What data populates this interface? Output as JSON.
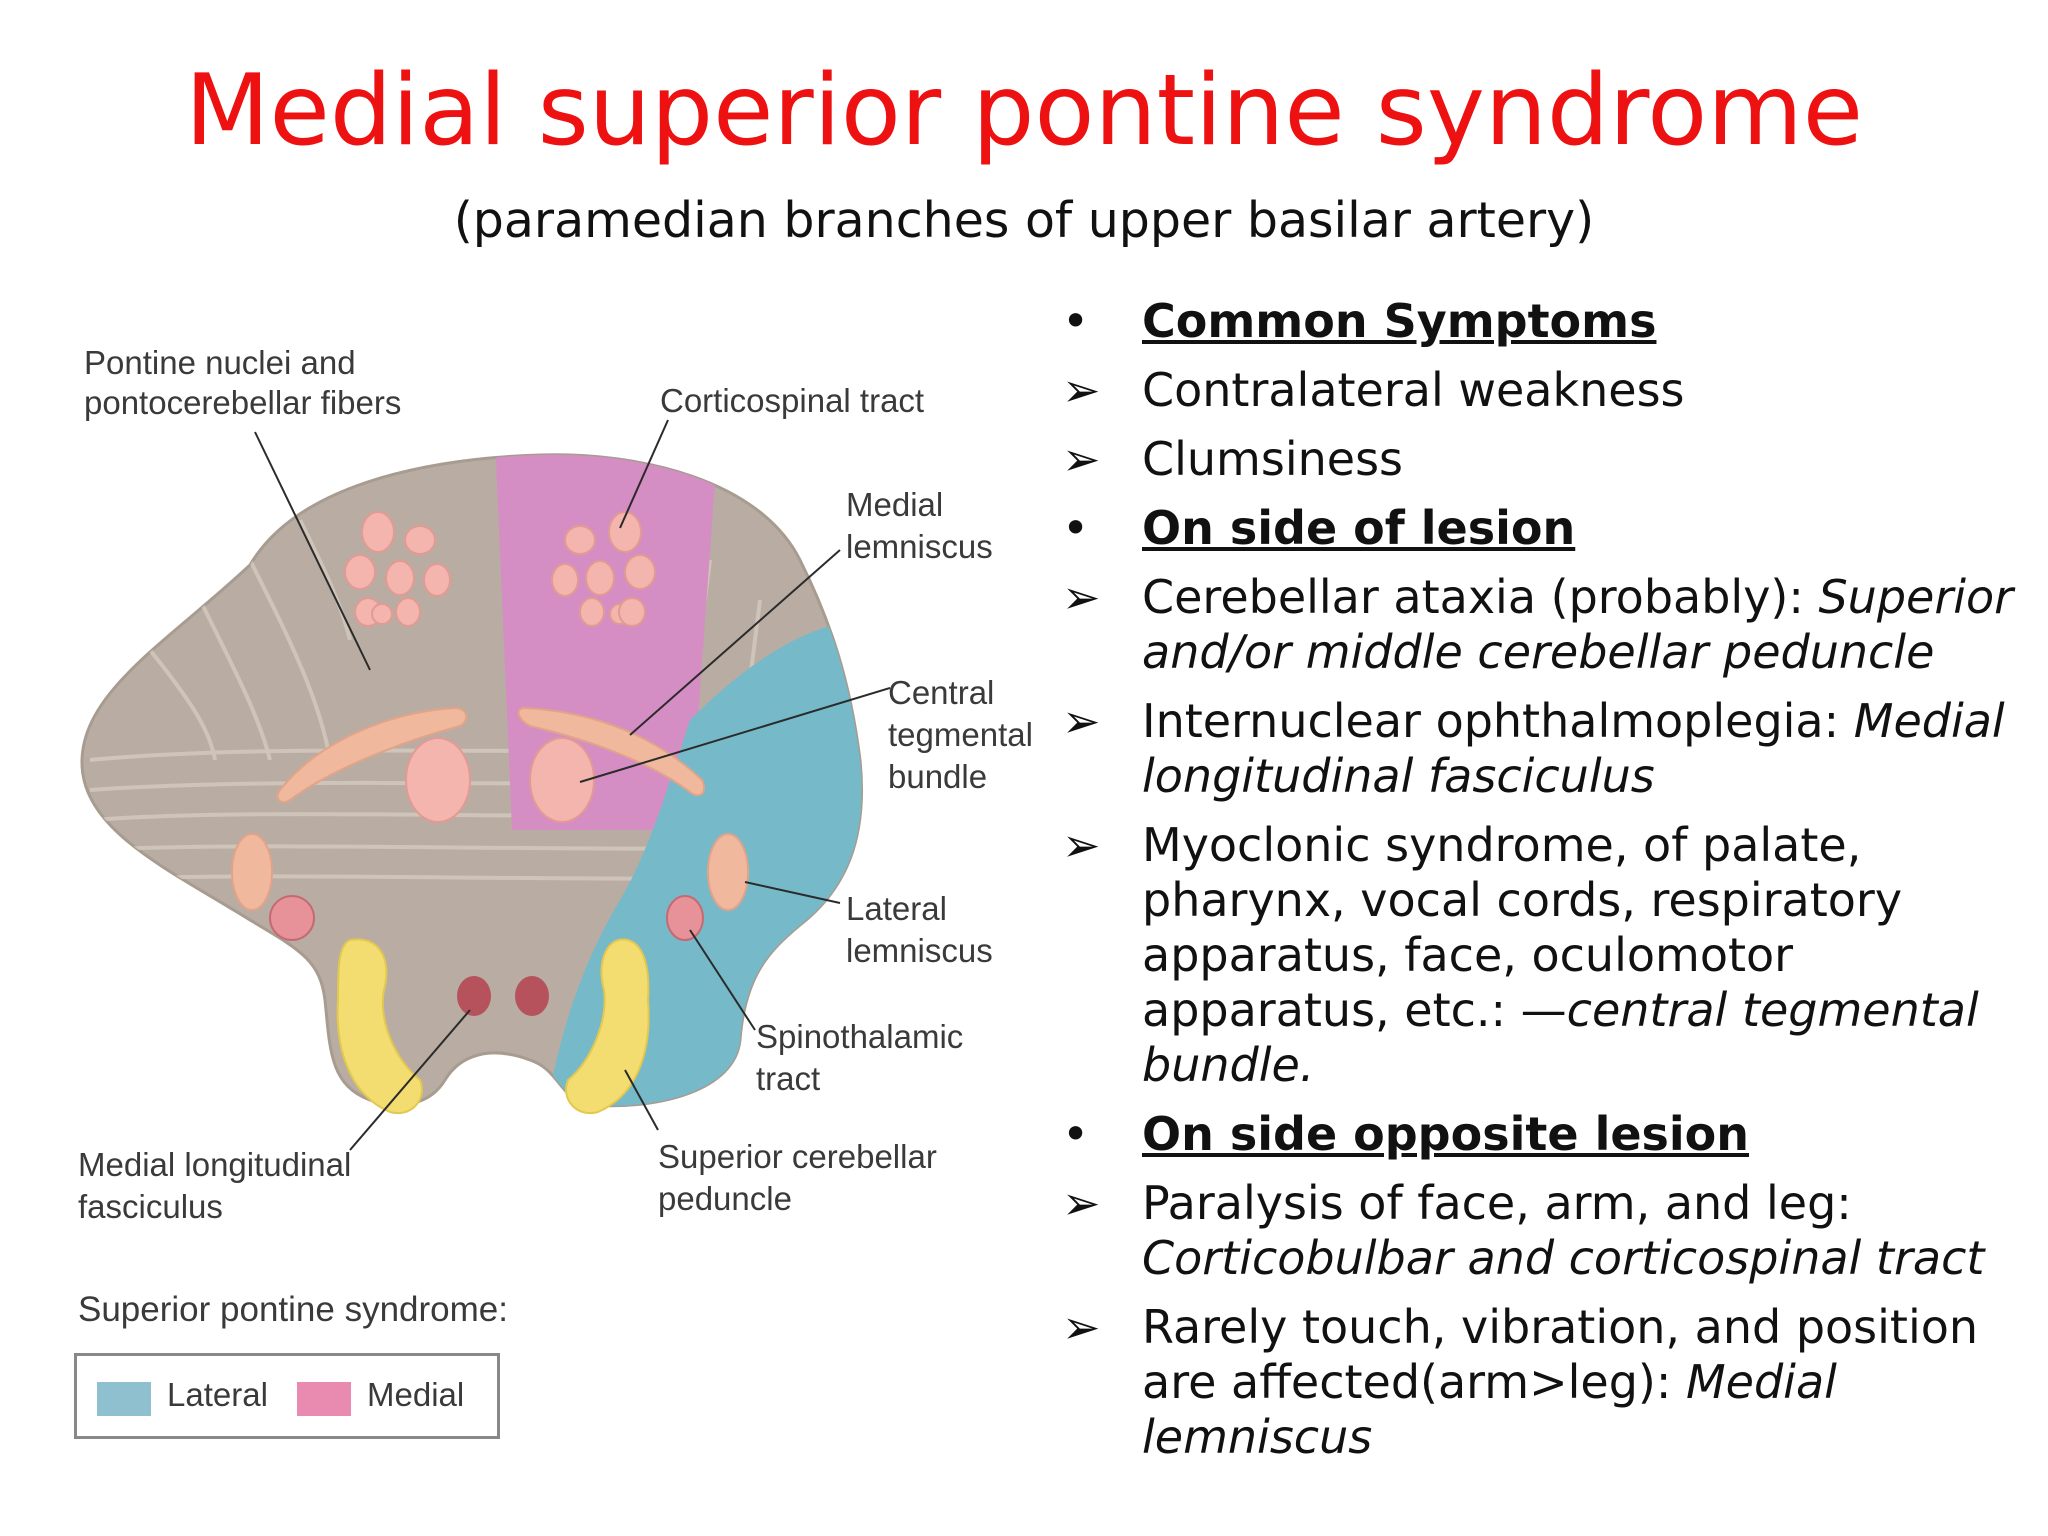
{
  "title": "Medial superior pontine syndrome",
  "subtitle": "(paramedian branches of upper basilar artery)",
  "diagram": {
    "labels": {
      "pontine_nuclei_1": "Pontine nuclei and",
      "pontine_nuclei_2": "pontocerebellar fibers",
      "corticospinal": "Corticospinal tract",
      "medial_lemniscus_1": "Medial",
      "medial_lemniscus_2": "lemniscus",
      "central_tegmental_1": "Central",
      "central_tegmental_2": "tegmental",
      "central_tegmental_3": "bundle",
      "lateral_lemniscus_1": "Lateral",
      "lateral_lemniscus_2": "lemniscus",
      "spinothalamic_1": "Spinothalamic",
      "spinothalamic_2": "tract",
      "mlf_1": "Medial longitudinal",
      "mlf_2": "fasciculus",
      "scp_1": "Superior cerebellar",
      "scp_2": "peduncle"
    },
    "colors": {
      "tissue": "#b9ada3",
      "medial_region": "#d58ec3",
      "lateral_region": "#76b9c9",
      "nuclei": "#f3b5ad",
      "lemniscus": "#f0b89c",
      "peduncle": "#f3dc70",
      "dark_nuclei": "#b5525c"
    },
    "legend": {
      "title": "Superior pontine syndrome:",
      "items": [
        {
          "label": "Lateral",
          "color": "#8ec0d0"
        },
        {
          "label": "Medial",
          "color": "#e98bb0"
        }
      ]
    }
  },
  "bullets": [
    {
      "marker": "•",
      "type": "heading",
      "text": "Common Symptoms"
    },
    {
      "marker": "➢",
      "type": "item",
      "text": "Contralateral weakness",
      "italic": ""
    },
    {
      "marker": "➢",
      "type": "item",
      "text": "Clumsiness",
      "italic": ""
    },
    {
      "marker": "•",
      "type": "heading",
      "text": "On side of lesion"
    },
    {
      "marker": "➢",
      "type": "item",
      "text": "Cerebellar ataxia (probably): ",
      "italic": "Superior and/or middle cerebellar peduncle"
    },
    {
      "marker": "➢",
      "type": "item",
      "text": "Internuclear ophthalmoplegia: ",
      "italic": "Medial longitudinal fasciculus"
    },
    {
      "marker": "➢",
      "type": "item",
      "text": "Myoclonic syndrome, of palate, pharynx, vocal cords, respiratory apparatus, face, oculomotor apparatus, etc.: —",
      "italic": "central tegmental bundle."
    },
    {
      "marker": "•",
      "type": "heading",
      "text": "On side opposite lesion"
    },
    {
      "marker": "➢",
      "type": "item",
      "text": "Paralysis of face, arm, and leg: ",
      "italic": "Corticobulbar and corticospinal tract"
    },
    {
      "marker": "➢",
      "type": "item",
      "text": "Rarely touch, vibration, and position are affected(arm>leg): ",
      "italic": "Medial lemniscus"
    }
  ]
}
